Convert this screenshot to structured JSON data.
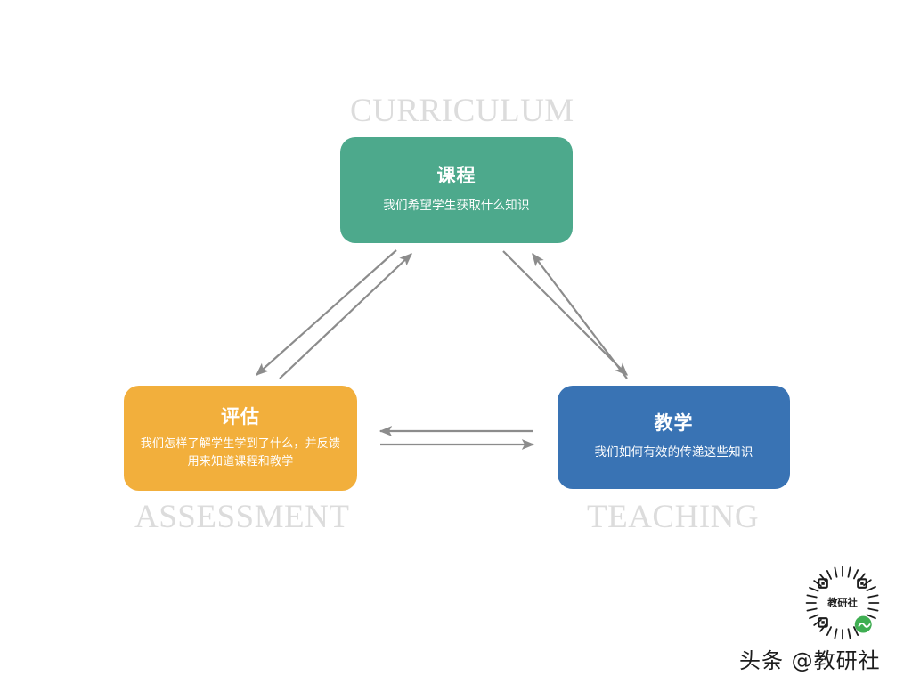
{
  "diagram": {
    "type": "triangle-cycle",
    "title_ghosts": [
      {
        "id": "curriculum",
        "text": "CURRICULUM"
      },
      {
        "id": "assessment",
        "text": "ASSESSMENT"
      },
      {
        "id": "teaching",
        "text": "TEACHING"
      }
    ],
    "nodes": [
      {
        "id": "curriculum",
        "title": "课程",
        "description": "我们希望学生获取什么知识",
        "color": "#4DA98C",
        "ghost_label": "CURRICULUM"
      },
      {
        "id": "assessment",
        "title": "评估",
        "description": "我们怎样了解学生学到了什么，并反馈用来知道课程和教学",
        "color": "#F2AF3C",
        "ghost_label": "ASSESSMENT"
      },
      {
        "id": "teaching",
        "title": "教学",
        "description": "我们如何有效的传递这些知识",
        "color": "#3973B4",
        "ghost_label": "TEACHING"
      }
    ],
    "connectors": [
      {
        "id": "curriculum-to-assessment",
        "from": "curriculum",
        "to": "assessment",
        "direction": "down-left"
      },
      {
        "id": "assessment-to-curriculum",
        "from": "assessment",
        "to": "curriculum",
        "direction": "up-right"
      },
      {
        "id": "curriculum-to-teaching",
        "from": "curriculum",
        "to": "teaching",
        "direction": "down-right"
      },
      {
        "id": "teaching-to-curriculum",
        "from": "teaching",
        "to": "curriculum",
        "direction": "up-left"
      },
      {
        "id": "teaching-to-assessment",
        "from": "teaching",
        "to": "assessment",
        "direction": "left"
      },
      {
        "id": "assessment-to-teaching",
        "from": "assessment",
        "to": "teaching",
        "direction": "right"
      }
    ],
    "arrow_color": "#8C8C8C",
    "ghost_color": "#DCDCDC",
    "background": "#FFFFFF"
  },
  "watermark": {
    "text": "头条 @教研社",
    "badge_label": "教研社",
    "badge_icon": "qr-code-icon"
  }
}
